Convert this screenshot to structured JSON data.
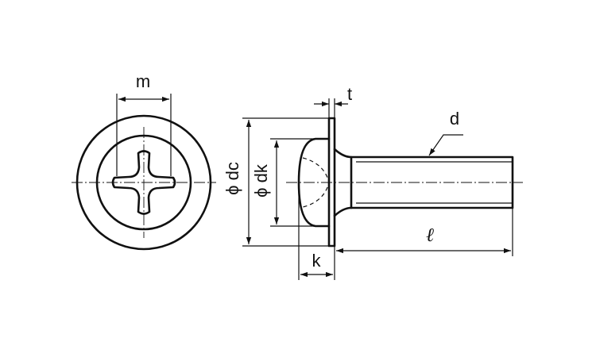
{
  "labels": {
    "m": "m",
    "t": "t",
    "d": "d",
    "dc": "ϕ dc",
    "dk": "ϕ dk",
    "k": "k",
    "l": "ℓ"
  }
}
